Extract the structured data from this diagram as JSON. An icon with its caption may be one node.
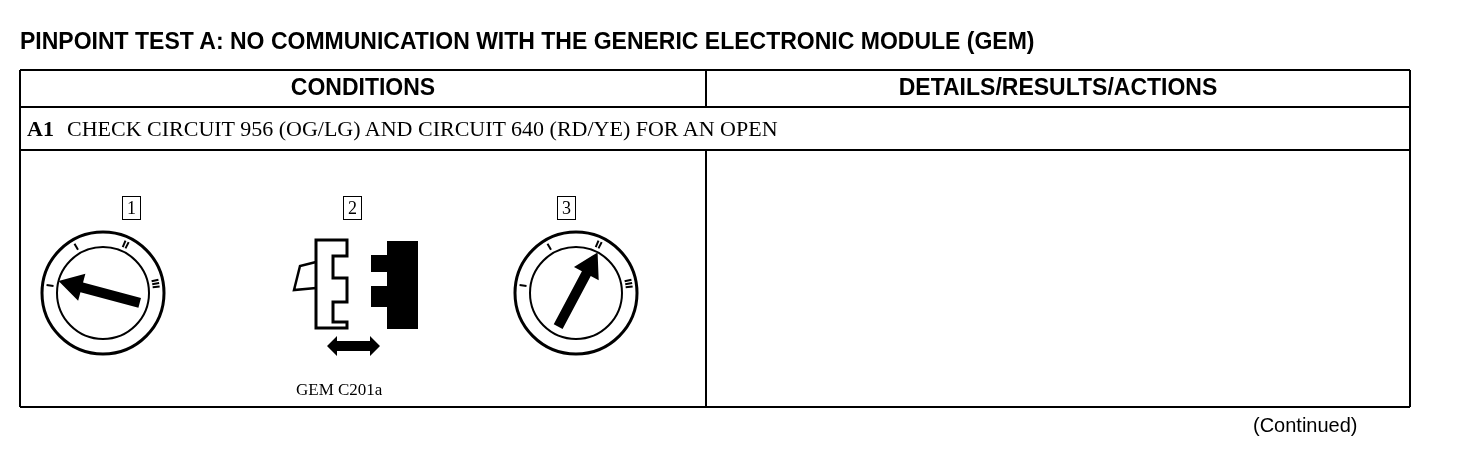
{
  "diagram": {
    "title": "PINPOINT TEST A: NO COMMUNICATION WITH THE GENERIC ELECTRONIC MODULE (GEM)",
    "labels": [
      "CONDITIONS",
      "DETAILS/RESULTS/ACTIONS",
      "A1",
      "CHECK CIRCUIT 956 (OG/LG) AND CIRCUIT 640 (RD/YE) FOR AN OPEN",
      "1",
      "2",
      "3",
      "GEM C201a",
      "(Continued)"
    ]
  }
}
